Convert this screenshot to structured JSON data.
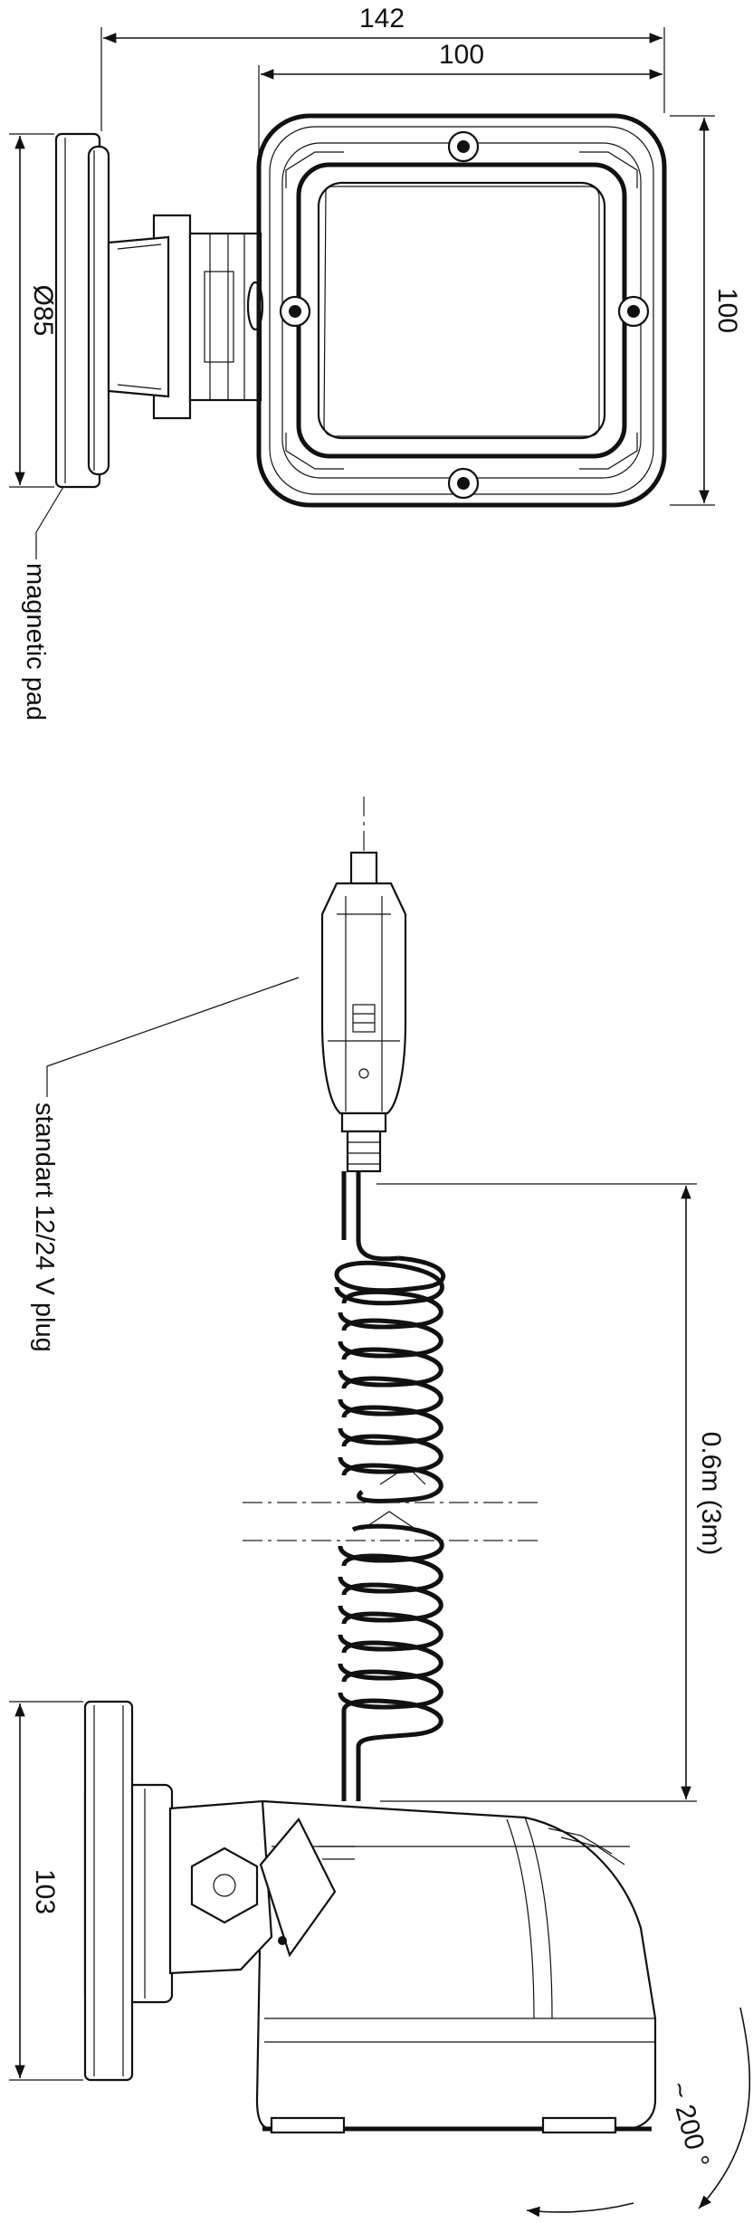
{
  "dimensions": {
    "overall_width": "142",
    "lamp_width": "100",
    "lamp_height": "100",
    "pad_diameter": "Ø85",
    "pad_height_side": "103",
    "cable_length": "0.6m (3m)",
    "rotation": "~ 200 °"
  },
  "annotations": {
    "magnetic_pad": "magnetic pad",
    "plug": "standart 12/24 V plug"
  }
}
